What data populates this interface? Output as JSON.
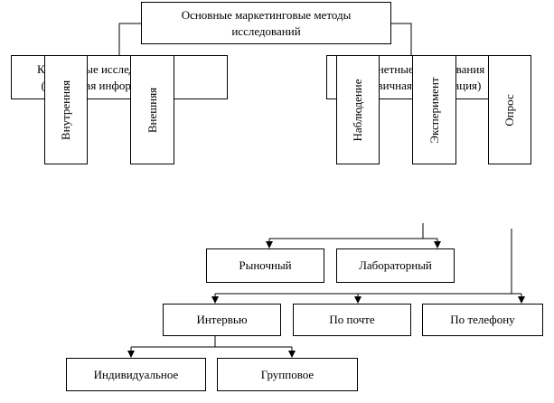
{
  "root": {
    "line1": "Основные маркетинговые методы",
    "line2": "исследований"
  },
  "desk": {
    "line1": "Кабинетные исследования",
    "line2": "(вторичная информация)"
  },
  "field": {
    "line1": "Кабинетные исследования",
    "line2": "(первичная информация)"
  },
  "desk_children": [
    "Внутренняя",
    "Внешняя"
  ],
  "field_children": [
    "Наблюдение",
    "Эксперимент",
    "Опрос"
  ],
  "experiment_types": [
    "Рыночный",
    "Лабораторный"
  ],
  "survey_types": [
    "Интервью",
    "По почте",
    "По телефону"
  ],
  "interview_types": [
    "Индивидуальное",
    "Групповое"
  ],
  "colors": {
    "stroke": "#000000",
    "fill": "#ffffff"
  }
}
